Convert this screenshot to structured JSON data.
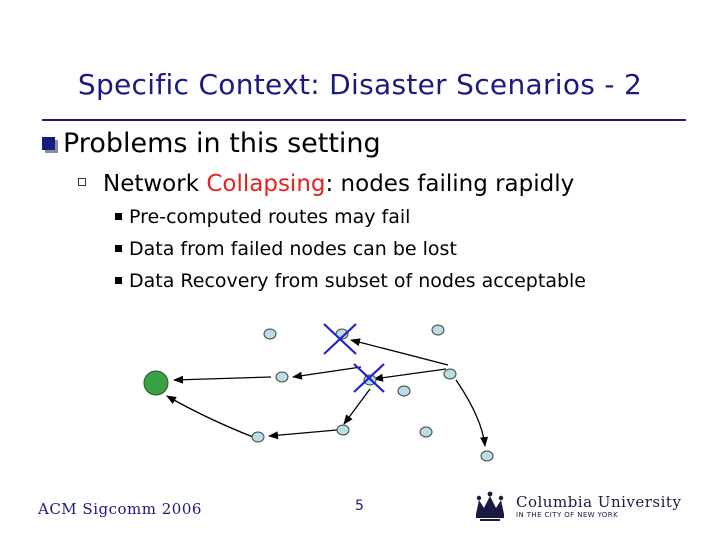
{
  "slide": {
    "title": "Specific Context: Disaster Scenarios - 2",
    "bullet1": "Problems in this setting",
    "bullet2_prefix": "Network ",
    "bullet2_highlight": "Collapsing",
    "bullet2_suffix": ": nodes failing rapidly",
    "sub_bullets": [
      "Pre-computed routes may fail",
      "Data from failed nodes can be lost",
      "Data Recovery from subset of nodes acceptable"
    ]
  },
  "colors": {
    "title": "#1a1a80",
    "highlight": "#e8221a",
    "node_fill": "#b8dde6",
    "sink_fill": "#3aa046",
    "failure_mark": "#2222cc"
  },
  "footer": {
    "left": "ACM Sigcomm 2006",
    "page_number": "5",
    "logo_name": "Columbia University",
    "logo_tagline": "IN THE CITY OF NEW YORK"
  }
}
